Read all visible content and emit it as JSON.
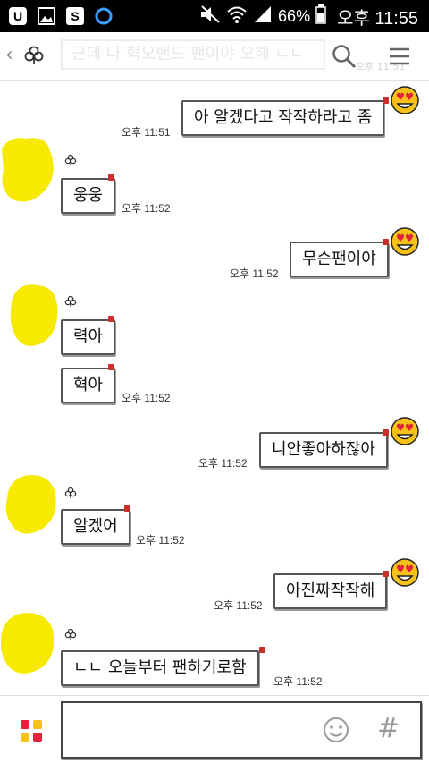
{
  "status_bar": {
    "battery_percent": "66%",
    "time": "오후 11:55",
    "icons": [
      "u-app-icon",
      "gallery-icon",
      "s-app-icon",
      "circle-app-icon",
      "mute-icon",
      "wifi-icon",
      "signal-icon",
      "battery-icon"
    ]
  },
  "header": {
    "room_title": "근데 나 혁오밴드 팬이야 오해 ㄴㄴ",
    "ghost_time": "오후 11:51"
  },
  "messages": [
    {
      "side": "right",
      "text": "아 알겠다고 작작하라고 좀",
      "time": "오후 11:51"
    },
    {
      "side": "left",
      "text": "웅웅",
      "time": "오후 11:52"
    },
    {
      "side": "right",
      "text": "무슨팬이야",
      "time": "오후 11:52"
    },
    {
      "side": "left",
      "text": "력아",
      "time": ""
    },
    {
      "side": "left",
      "text": "혁아",
      "time": "오후 11:52"
    },
    {
      "side": "right",
      "text": "니안좋아하잖아",
      "time": "오후 11:52"
    },
    {
      "side": "left",
      "text": "알겠어",
      "time": "오후 11:52"
    },
    {
      "side": "right",
      "text": "아진짜작작해",
      "time": "오후 11:52"
    },
    {
      "side": "left",
      "text": "ㄴㄴ 오늘부터 팬하기로함",
      "time": "오후 11:52"
    }
  ],
  "colors": {
    "avatar_yellow": "#f7ea00",
    "bubble_border": "#555555",
    "pin_red": "#c9302c",
    "emoji_face": "#f6c21a",
    "emoji_heart": "#e0243a"
  }
}
